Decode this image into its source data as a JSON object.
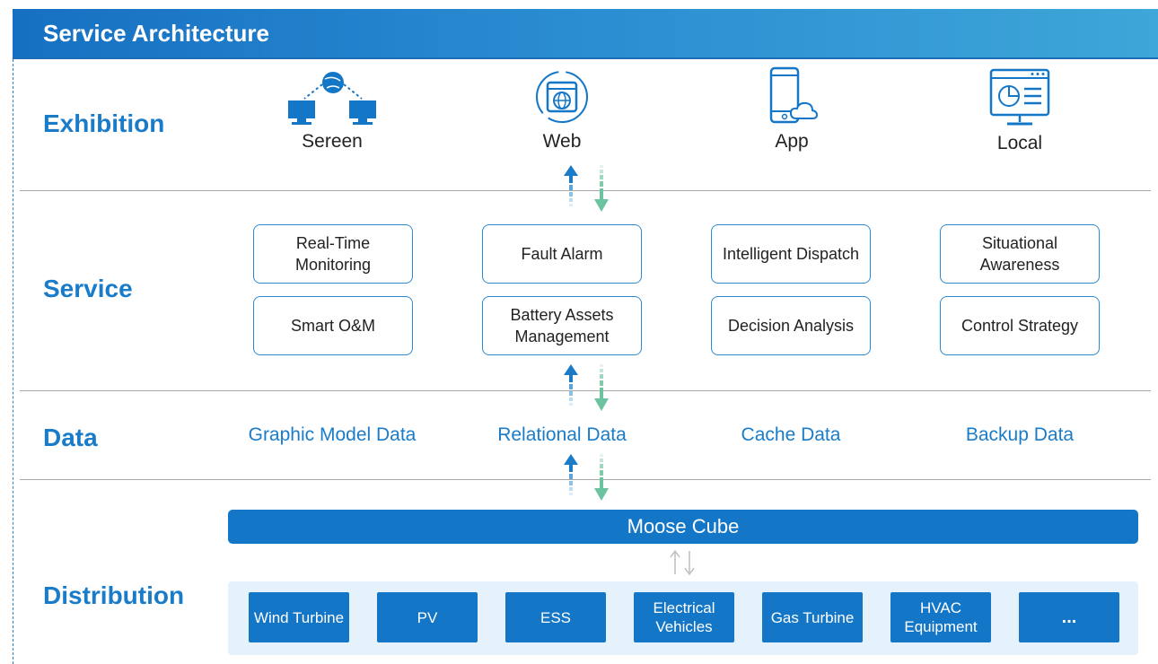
{
  "header": {
    "title": "Service Architecture"
  },
  "rows": {
    "exhibition": "Exhibition",
    "service": "Service",
    "data": "Data",
    "distribution": "Distribution"
  },
  "exhibition": [
    {
      "label": "Sereen",
      "icon": "network-monitors-icon"
    },
    {
      "label": "Web",
      "icon": "web-browser-icon"
    },
    {
      "label": "App",
      "icon": "phone-cloud-icon"
    },
    {
      "label": "Local",
      "icon": "desktop-dashboard-icon"
    }
  ],
  "service": [
    "Real-Time Monitoring",
    "Fault Alarm",
    "Intelligent Dispatch",
    "Situational Awareness",
    "Smart O&M",
    "Battery Assets Management",
    "Decision Analysis",
    "Control Strategy"
  ],
  "data": [
    "Graphic Model Data",
    "Relational Data",
    "Cache Data",
    "Backup Data"
  ],
  "moose": "Moose Cube",
  "distribution": [
    "Wind Turbine",
    "PV",
    "ESS",
    "Electrical Vehicles",
    "Gas Turbine",
    "HVAC Equipment",
    "..."
  ],
  "colors": {
    "primary": "#1476c6",
    "label_blue": "#1a7cc9",
    "arrow_up": "#1a7cc9",
    "arrow_down": "#6cc3a0",
    "panel_bg": "#e6f2fb"
  }
}
